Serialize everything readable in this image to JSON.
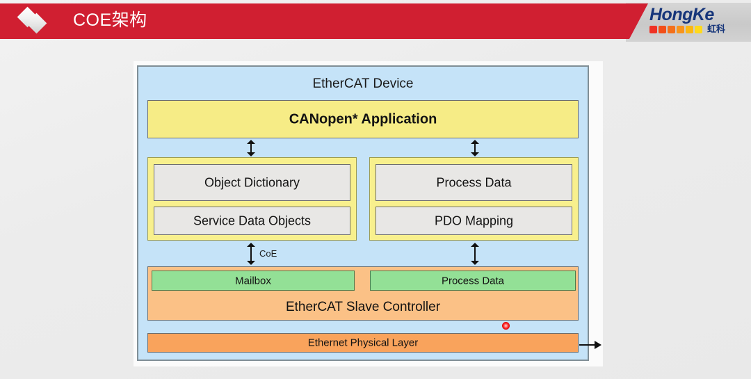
{
  "header": {
    "title": "COE架构",
    "banner_color": "#d01f31",
    "logo": {
      "wordmark": "HongKe",
      "chinese": "虹科",
      "swatch_colors": [
        "#ef3124",
        "#f24f18",
        "#f4701a",
        "#f8941c",
        "#fbb713",
        "#ffd91c"
      ],
      "text_color": "#16357a"
    },
    "brand_icon": "double-diamond-icon"
  },
  "diagram": {
    "type": "block-diagram",
    "title": "EtherCAT Device",
    "colors": {
      "device": "#c5e3f8",
      "application": "#f6ec86",
      "group": "#f8f08d",
      "inner_box": "#e8e7e5",
      "controller": "#fbc186",
      "memory": "#93e096",
      "physical": "#f9a35c",
      "laser_dot": "#ff2b2b"
    },
    "application": {
      "label": "CANopen* Application"
    },
    "groups": [
      {
        "side": "left",
        "boxes": [
          {
            "label": "Object Dictionary"
          },
          {
            "label": "Service Data Objects"
          }
        ]
      },
      {
        "side": "right",
        "boxes": [
          {
            "label": "Process Data"
          },
          {
            "label": "PDO Mapping"
          }
        ]
      }
    ],
    "controller": {
      "label": "EtherCAT Slave Controller",
      "regions": [
        {
          "label": "Mailbox"
        },
        {
          "label": "Process Data"
        }
      ]
    },
    "physical_layer": {
      "label": "Ethernet Physical Layer"
    },
    "connectors": [
      {
        "name": "app-to-object-dictionary",
        "style": "double-headed-vertical",
        "label": ""
      },
      {
        "name": "app-to-process-data",
        "style": "double-headed-vertical",
        "label": ""
      },
      {
        "name": "sdo-to-mailbox",
        "style": "double-headed-vertical",
        "label": "CoE"
      },
      {
        "name": "pdo-to-process-data",
        "style": "double-headed-vertical",
        "label": ""
      },
      {
        "name": "phy-to-network",
        "style": "single-headed-right",
        "label": ""
      }
    ]
  }
}
